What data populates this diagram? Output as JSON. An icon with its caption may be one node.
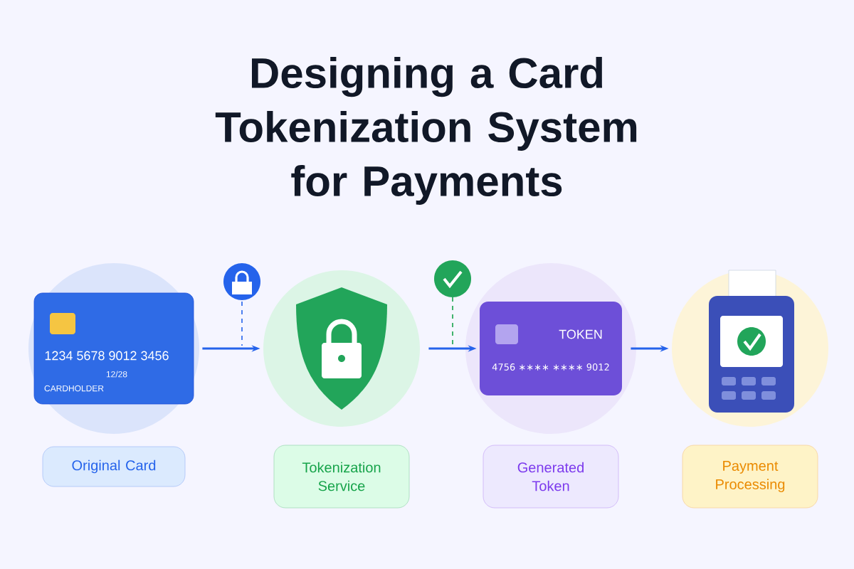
{
  "diagram": {
    "title": "Designing a Card Tokenization System for Payments",
    "nodes": [
      {
        "text": [
          "1234 5678 9012 3456",
          "12/28",
          "CARDHOLDER"
        ]
      },
      {
        "text": [],
        "shape": "picture"
      },
      {
        "text": [
          "TOKEN",
          "4756 ∗∗∗∗ ∗∗∗∗ 9012"
        ]
      },
      {
        "text": [],
        "shape": "picture"
      },
      {
        "text": [
          "Original Card"
        ]
      },
      {
        "text": [
          "Tokenization Service"
        ]
      },
      {
        "text": [
          "Generated Token"
        ]
      },
      {
        "text": [
          "Payment Processing"
        ]
      }
    ],
    "edges": [
      {
        "from": 0,
        "to": 1,
        "arrow": "to"
      },
      {
        "from": 1,
        "to": 2,
        "arrow": "to"
      },
      {
        "from": 2,
        "to": 3,
        "arrow": "to"
      }
    ]
  }
}
